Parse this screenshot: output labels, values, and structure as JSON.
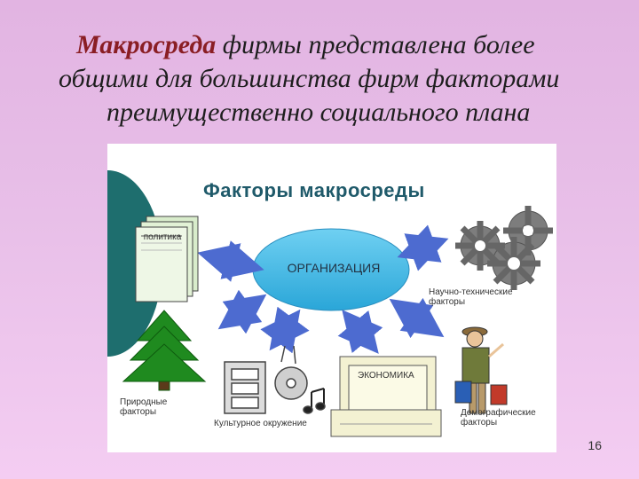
{
  "title": {
    "emphasis": "Макросреда",
    "line1_rest": " фирмы представлена более",
    "line2": "общими для большинства фирм факторами",
    "line3": "преимущественно социального плана"
  },
  "diagram": {
    "heading": "Факторы макросреды",
    "center": "ОРГАНИЗАЦИЯ",
    "factors": {
      "politics": "политика",
      "science": "Научно-технические факторы",
      "nature": "Природные факторы",
      "culture": "Культурное окружение",
      "economy": "ЭКОНОМИКА",
      "demography": "Демографические факторы"
    }
  },
  "page_number": "16",
  "colors": {
    "background": "#e8bfe8",
    "title_emphasis": "#8a1e24",
    "heading": "#1f5a6a",
    "ellipse": "#3fb9e4",
    "arrows": "#4d6bd0",
    "tree": "#1f8a1f",
    "gears": "#7a7a7a"
  },
  "icons": [
    "document-stack-icon",
    "gear-icon",
    "tree-icon",
    "film-music-icon",
    "computer-icon",
    "traveler-icon"
  ]
}
